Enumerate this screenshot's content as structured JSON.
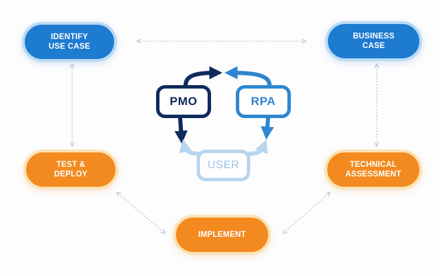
{
  "nodes": {
    "identify_use_case": "IDENTIFY\nUSE CASE",
    "business_case": "BUSINESS\nCASE",
    "test_deploy": "TEST &\nDEPLOY",
    "technical_assessment": "TECHNICAL\nASSESSMENT",
    "implement": "IMPLEMENT"
  },
  "cycle": {
    "pmo": "PMO",
    "rpa": "RPA",
    "user": "USER"
  },
  "colors": {
    "blue_fill": "#1d7bd0",
    "blue_ring": "#b9daf4",
    "orange_fill": "#f28a1f",
    "orange_ring": "#fbe2b4",
    "pmo": "#0f2a5c",
    "rpa": "#2f86d0",
    "user": "#b8d5ee",
    "connector": "#c4cad3"
  }
}
